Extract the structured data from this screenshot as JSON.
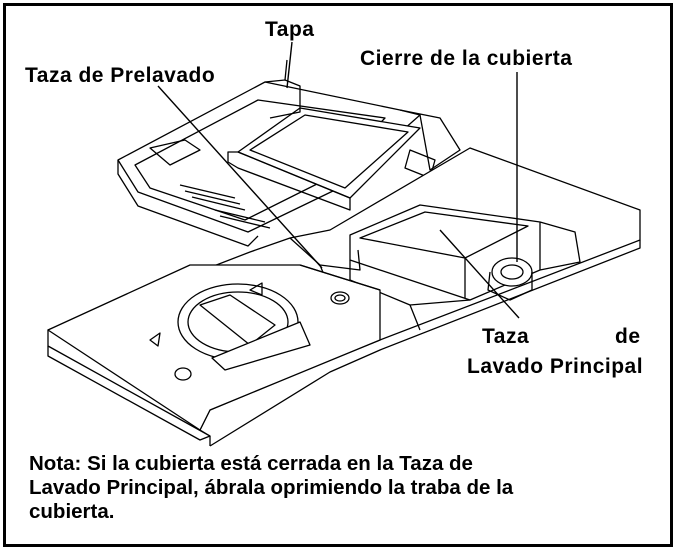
{
  "labels": {
    "tapa": "Tapa",
    "taza_prelavado": "Taza de Prelavado",
    "cierre_cubierta": "Cierre de la cubierta",
    "taza_lavado_principal_1": "Taza",
    "taza_lavado_principal_2": "de",
    "taza_lavado_principal_3": "Lavado Principal"
  },
  "note": {
    "line1": "Nota: Si la cubierta está cerrada en la Taza de",
    "line2": "Lavado Principal, ábrala oprimiendo la traba de la",
    "line3": "cubierta."
  }
}
